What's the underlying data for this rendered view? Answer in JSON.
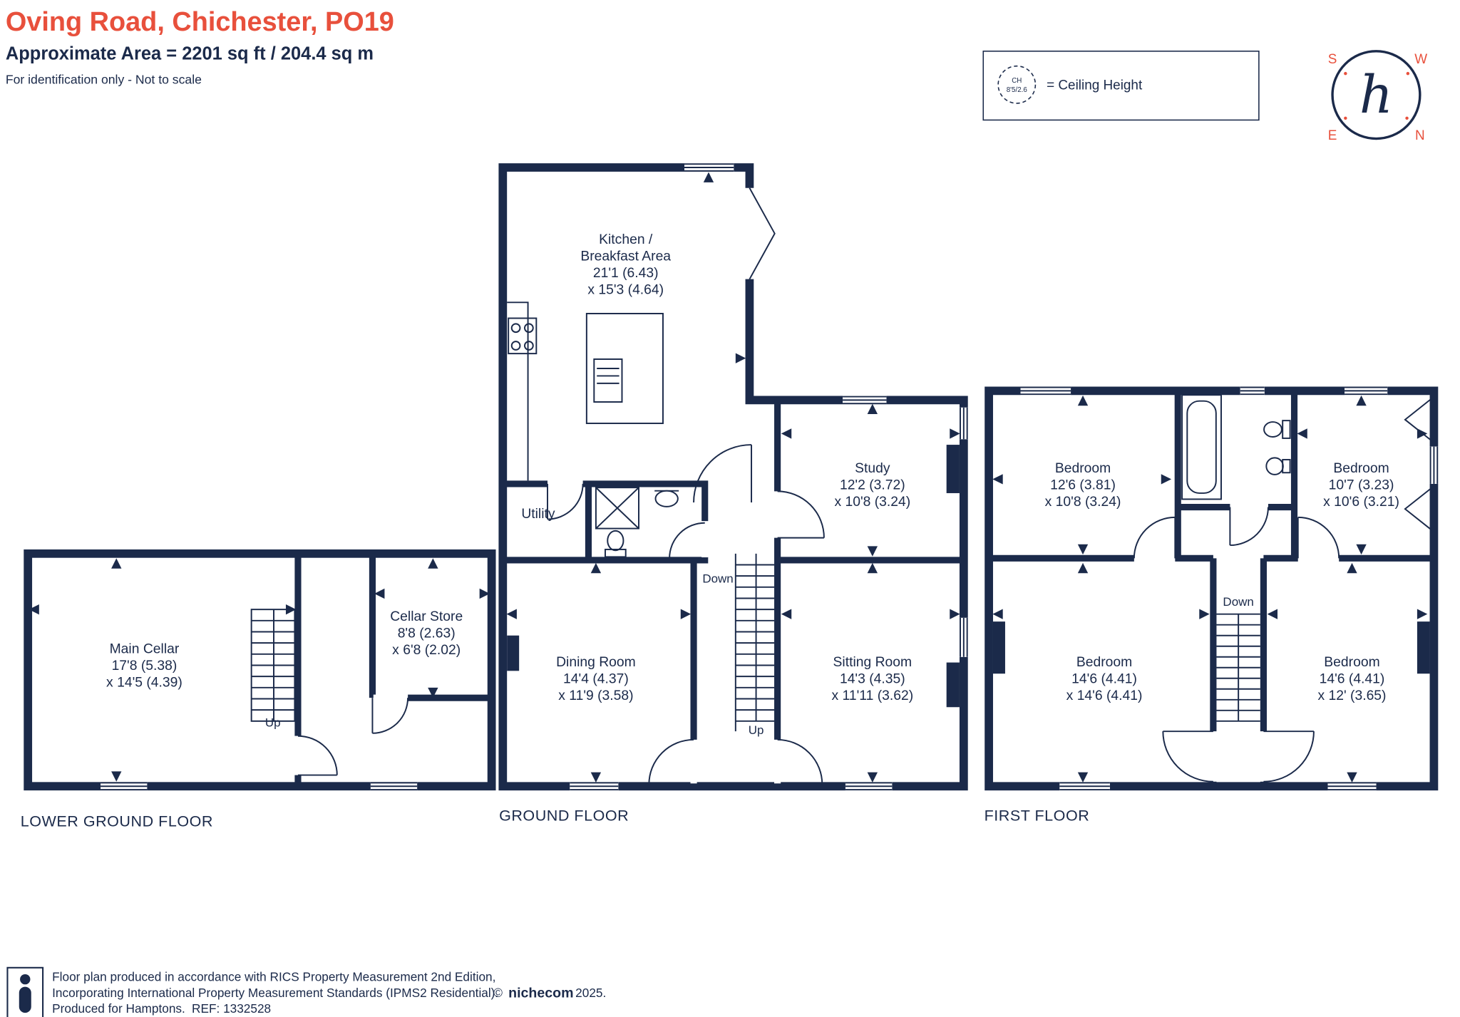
{
  "header": {
    "title": "Oving Road, Chichester, PO19",
    "area": "Approximate Area = 2201 sq ft / 204.4 sq m",
    "disclaimer": "For identification only - Not to scale"
  },
  "legend": {
    "ch_abbr": "CH",
    "ch_value": "8'5/2.6",
    "label": "= Ceiling Height"
  },
  "compass": {
    "logo": "h",
    "n": "N",
    "s": "S",
    "e": "E",
    "w": "W"
  },
  "floors": {
    "lower_ground": {
      "label": "LOWER GROUND FLOOR",
      "main_cellar": {
        "name": "Main Cellar",
        "dim1": "17'8 (5.38)",
        "dim2": "x 14'5 (4.39)"
      },
      "cellar_store": {
        "name": "Cellar Store",
        "dim1": "8'8 (2.63)",
        "dim2": "x 6'8 (2.02)"
      },
      "up": "Up"
    },
    "ground": {
      "label": "GROUND FLOOR",
      "kitchen": {
        "name_line1": "Kitchen /",
        "name_line2": "Breakfast Area",
        "dim1": "21'1 (6.43)",
        "dim2": "x 15'3 (4.64)"
      },
      "utility": {
        "name": "Utility"
      },
      "study": {
        "name": "Study",
        "dim1": "12'2 (3.72)",
        "dim2": "x 10'8 (3.24)"
      },
      "dining_room": {
        "name": "Dining Room",
        "dim1": "14'4 (4.37)",
        "dim2": "x 11'9 (3.58)"
      },
      "sitting_room": {
        "name": "Sitting Room",
        "dim1": "14'3 (4.35)",
        "dim2": "x 11'11 (3.62)"
      },
      "down": "Down",
      "up": "Up"
    },
    "first": {
      "label": "FIRST FLOOR",
      "bedroom_1": {
        "name": "Bedroom",
        "dim1": "12'6 (3.81)",
        "dim2": "x 10'8 (3.24)"
      },
      "bedroom_2": {
        "name": "Bedroom",
        "dim1": "10'7 (3.23)",
        "dim2": "x 10'6 (3.21)"
      },
      "bedroom_3": {
        "name": "Bedroom",
        "dim1": "14'6 (4.41)",
        "dim2": "x 14'6 (4.41)"
      },
      "bedroom_4": {
        "name": "Bedroom",
        "dim1": "14'6 (4.41)",
        "dim2": "x 12' (3.65)"
      },
      "down": "Down"
    }
  },
  "footer": {
    "line1": "Floor plan produced in accordance with RICS Property Measurement 2nd Edition,",
    "line2": "Incorporating International Property Measurement Standards (IPMS2 Residential).",
    "line3": "Produced for Hamptons.",
    "ref": "REF:  1332528",
    "copyright_symbol": "©",
    "brand": "nichecom",
    "year": "2025."
  },
  "colors": {
    "accent": "#e8503c",
    "wall": "#1b2a4a"
  }
}
